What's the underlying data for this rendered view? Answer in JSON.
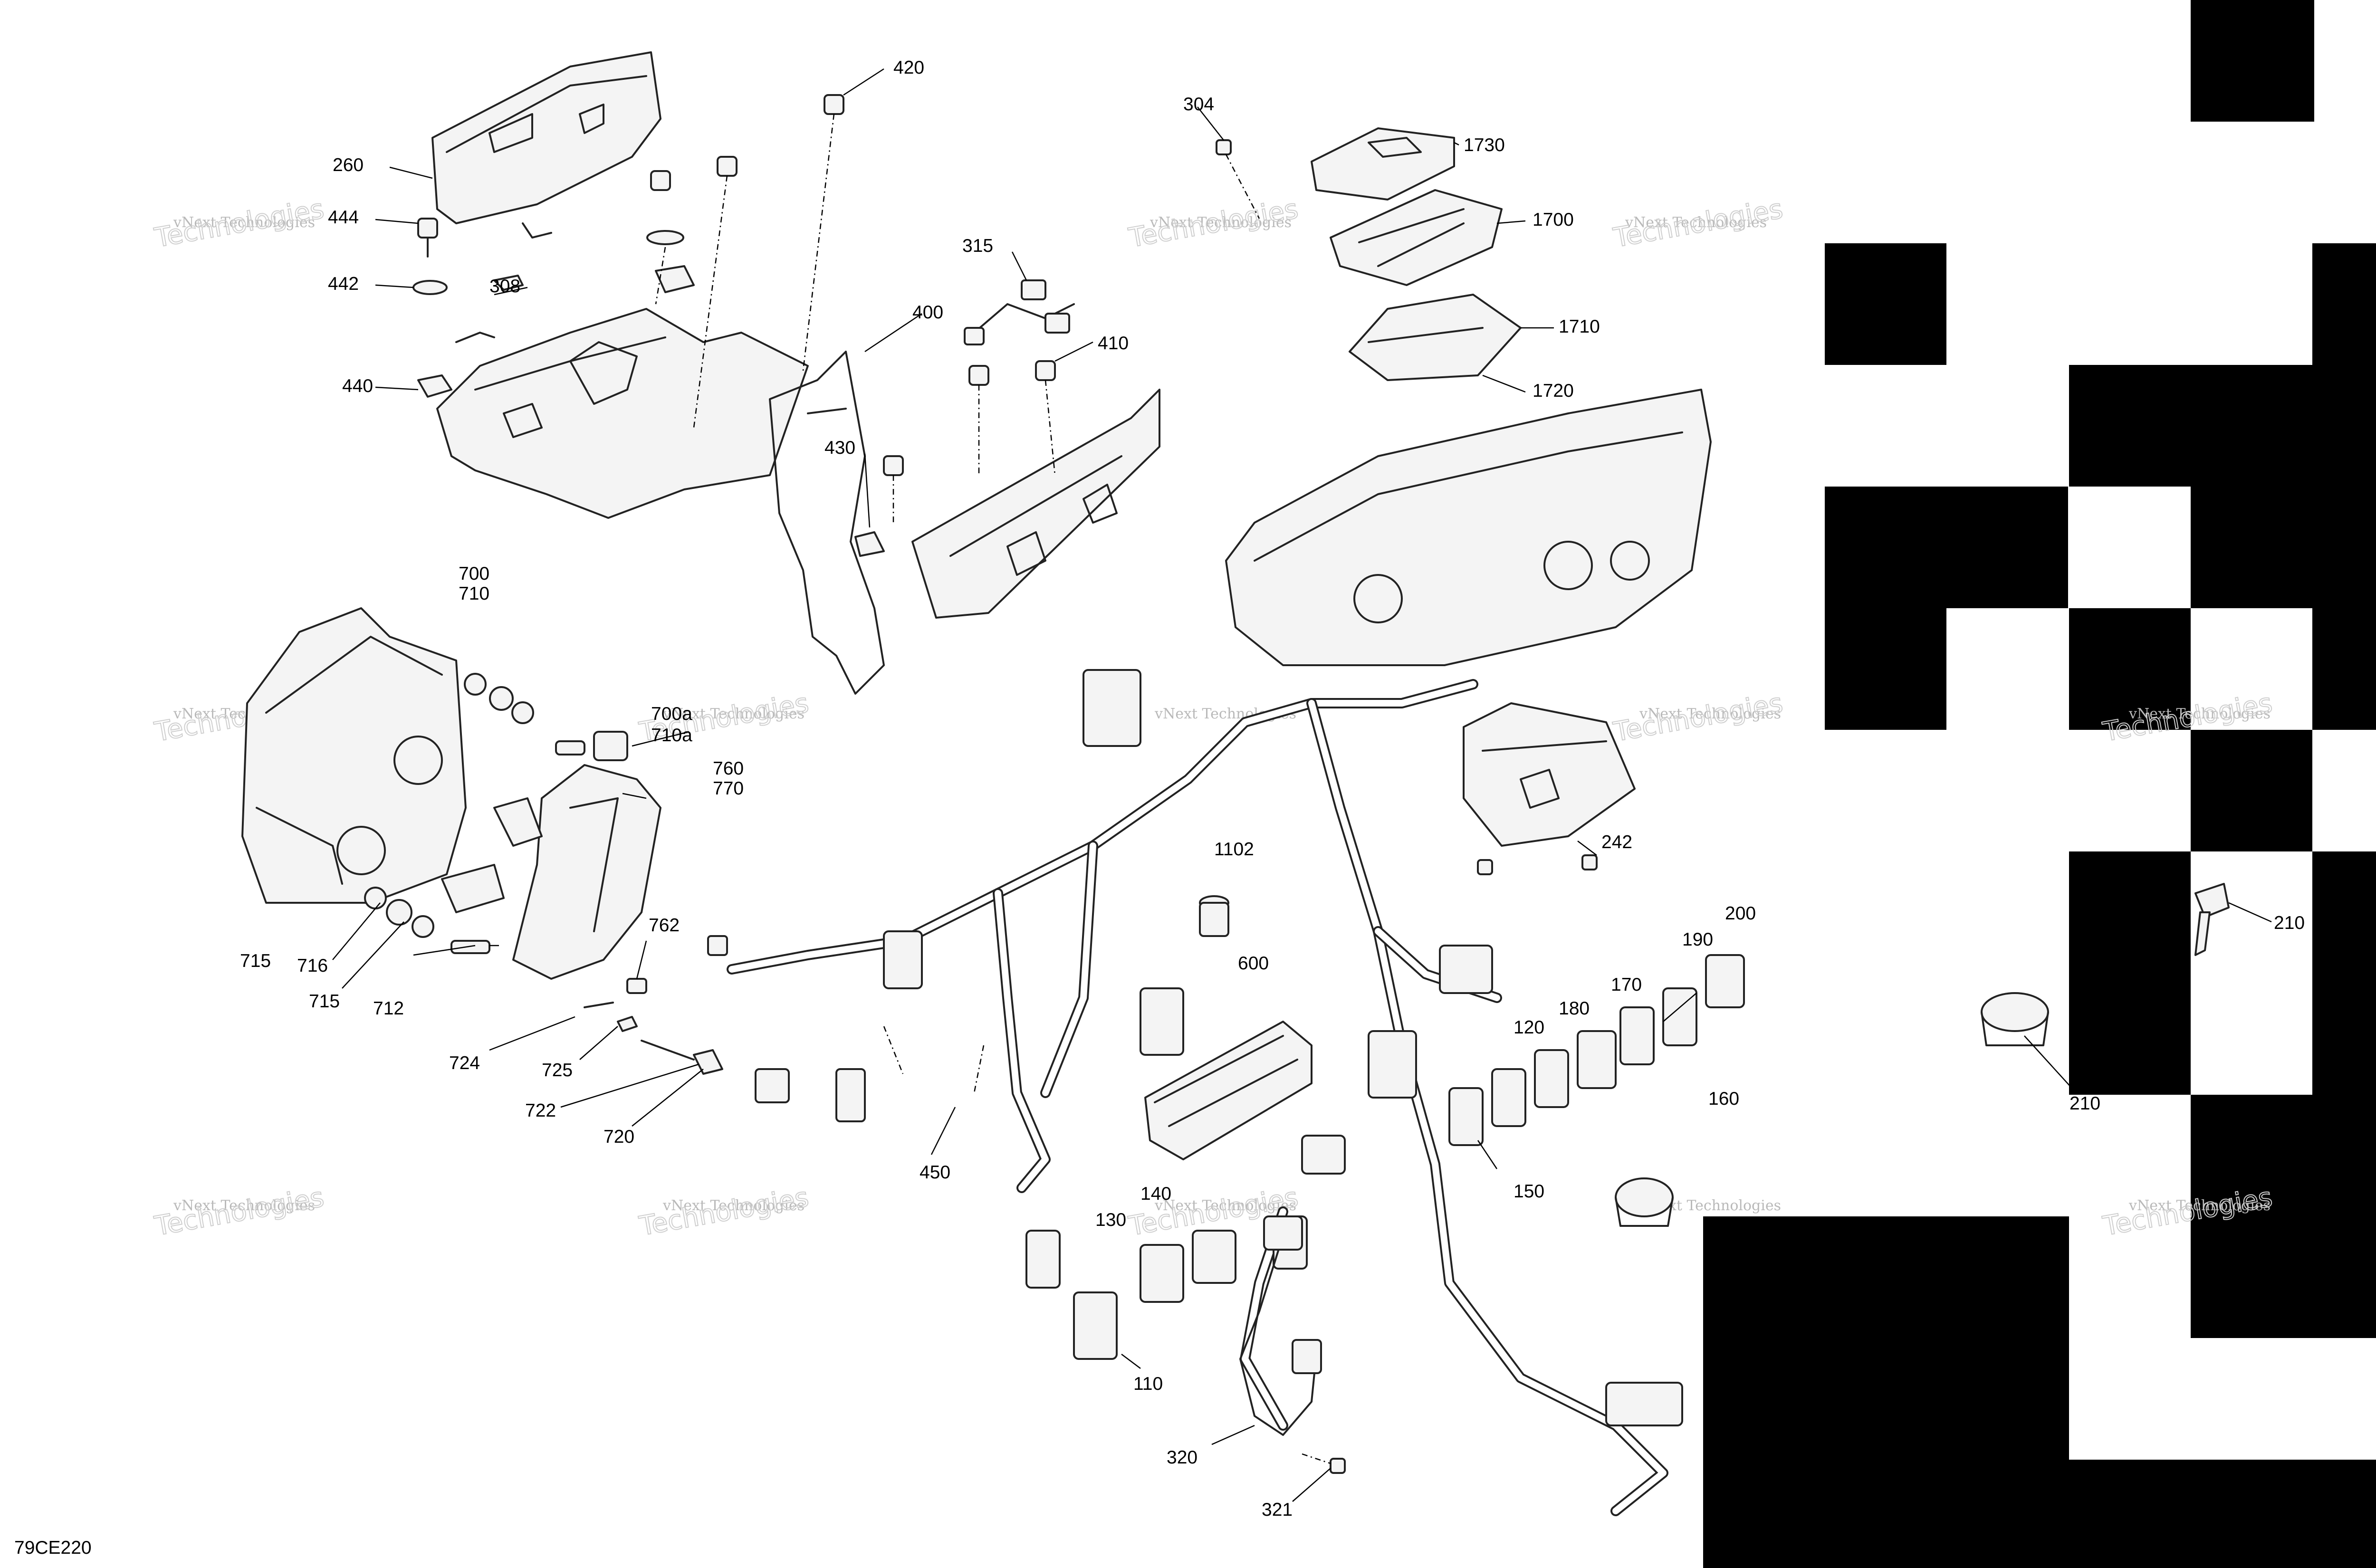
{
  "diagram_code": "79CE220",
  "watermark": {
    "text": "vNext Technologies",
    "big_text": "Technologies"
  },
  "callouts": {
    "c260": "260",
    "c444": "444",
    "c442": "442",
    "c308": "308",
    "c440": "440",
    "c420": "420",
    "c400": "400",
    "c430": "430",
    "c304": "304",
    "c1730": "1730",
    "c1700": "1700",
    "c1710": "1710",
    "c1720": "1720",
    "c315": "315",
    "c410": "410",
    "c700": "700",
    "c710": "710",
    "c700a": "700a",
    "c710a": "710a",
    "c760": "760",
    "c770": "770",
    "c715a": "715",
    "c716": "716",
    "c715b": "715",
    "c712": "712",
    "c762": "762",
    "c724": "724",
    "c725": "725",
    "c722": "722",
    "c720": "720",
    "c1102": "1102",
    "c600": "600",
    "c450": "450",
    "c242": "242",
    "c200": "200",
    "c190": "190",
    "c170": "170",
    "c180": "180",
    "c120": "120",
    "c160": "160",
    "c150": "150",
    "c210a": "210",
    "c210b": "210",
    "c140": "140",
    "c130": "130",
    "c110": "110",
    "c320": "320",
    "c321": "321"
  }
}
